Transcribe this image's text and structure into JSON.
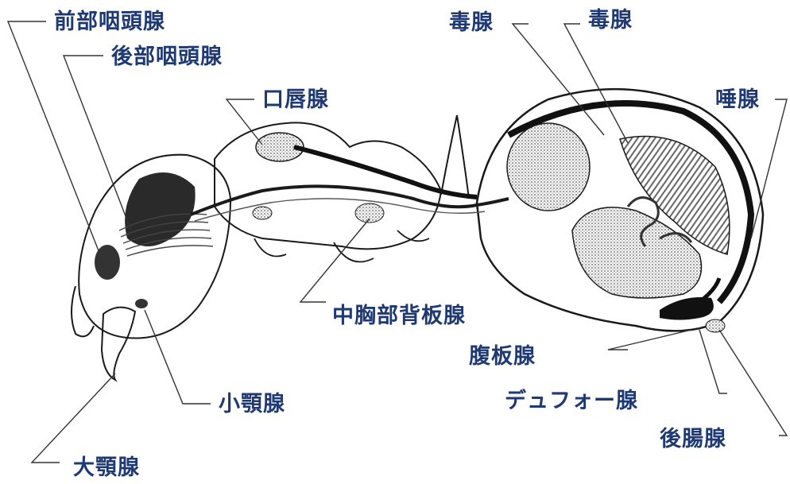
{
  "colors": {
    "label": "#1f3a73",
    "ink": "#1a1a1a",
    "stipple": "#7a7a7a",
    "dark": "#2a2a2a"
  },
  "labels": {
    "anterior_pharyngeal": "前部咽頭腺",
    "posterior_pharyngeal": "後部咽頭腺",
    "labial": "口唇腺",
    "venom_left": "毒腺",
    "venom_right": "毒腺",
    "salivary": "唾腺",
    "mesothoracic_dorsal": "中胸部背板腺",
    "ventral_plate": "腹板腺",
    "dufour": "デュフォー腺",
    "maxillary": "小顎腺",
    "hindgut": "後腸腺",
    "mandibular": "大顎腺"
  }
}
